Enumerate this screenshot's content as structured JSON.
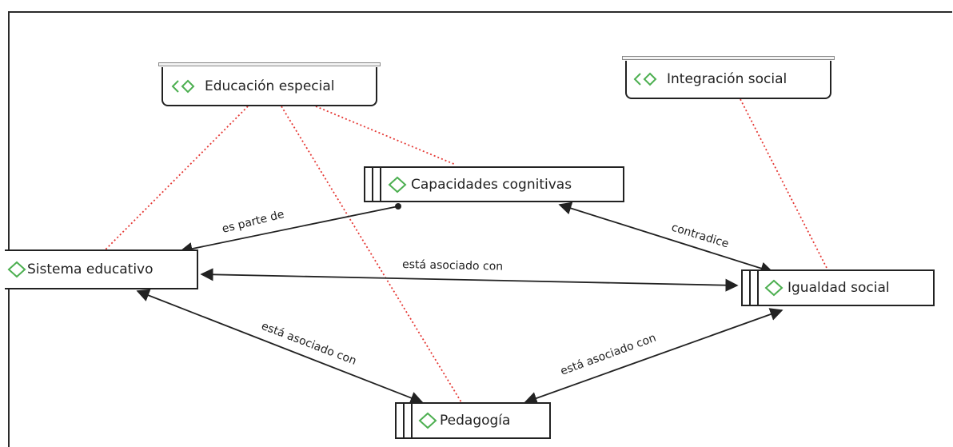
{
  "nodes": {
    "educacion_especial": {
      "label": "Educación especial",
      "kind": "group"
    },
    "integracion_social": {
      "label": "Integración social",
      "kind": "group"
    },
    "capacidades_cognitivas": {
      "label": "Capacidades cognitivas",
      "kind": "code"
    },
    "sistema_educativo": {
      "label": "Sistema educativo",
      "kind": "code"
    },
    "igualdad_social": {
      "label": "Igualdad social",
      "kind": "code"
    },
    "pedagogia": {
      "label": "Pedagogía",
      "kind": "code"
    }
  },
  "relations": {
    "es_parte_de": "es parte de",
    "contradice": "contradice",
    "asociado_sistema_igualdad": "está asociado con",
    "asociado_sistema_pedagogia": "está asociado con",
    "asociado_pedagogia_igualdad": "está asociado con"
  },
  "colors": {
    "icon_green": "#4caf50",
    "dotted_link": "#e53935",
    "arrow": "#222222"
  }
}
